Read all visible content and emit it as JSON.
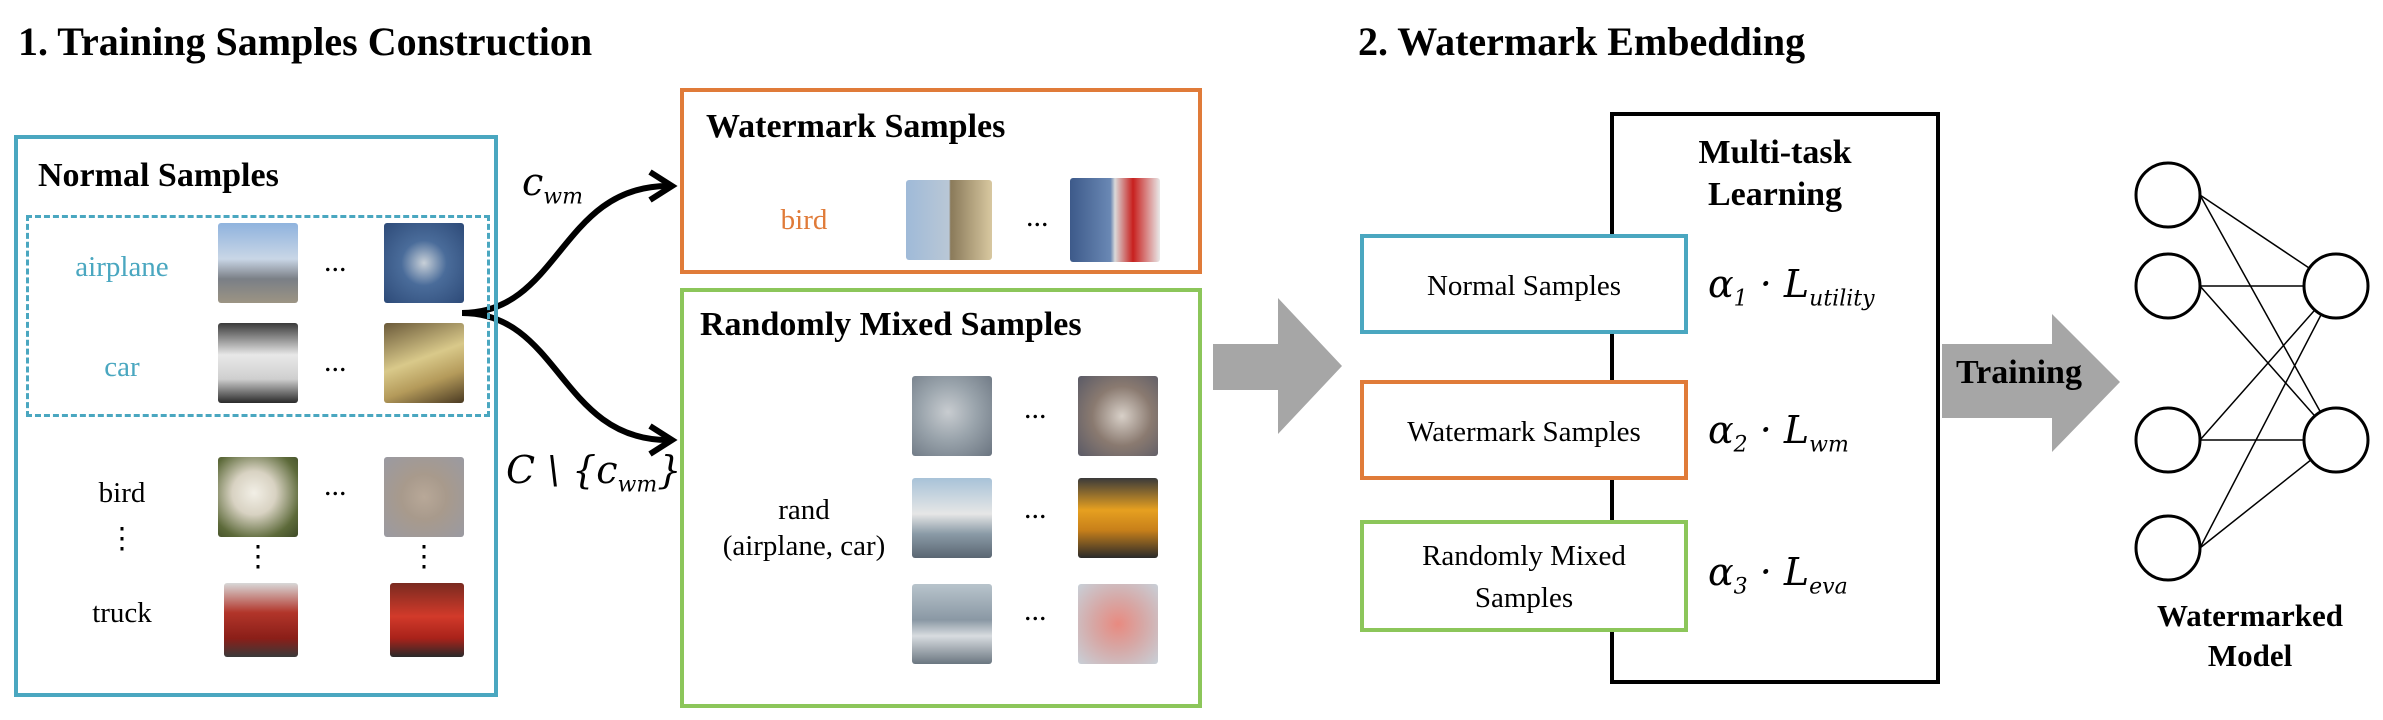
{
  "headings": {
    "step1": "1. Training Samples Construction",
    "step2": "2. Watermark Embedding"
  },
  "normal_panel": {
    "title": "Normal Samples",
    "classes": [
      "airplane",
      "car",
      "bird",
      "⋮",
      "truck"
    ],
    "ellipsis": "..."
  },
  "watermark_panel": {
    "title": "Watermark Samples",
    "label": "bird"
  },
  "mixed_panel": {
    "title": "Randomly Mixed Samples",
    "label_line1": "rand",
    "label_line2": "(airplane, car)"
  },
  "arrows": {
    "upper_label_base": "c",
    "upper_label_sub": "wm",
    "lower_label_prefix": "C \\ {c",
    "lower_label_sub": "wm",
    "lower_label_suffix": "}"
  },
  "embedding": {
    "mtl_title_line1": "Multi-task",
    "mtl_title_line2": "Learning",
    "rows": [
      {
        "label": "Normal Samples",
        "alpha": "α",
        "alpha_sub": "1",
        "dot": " · L",
        "loss_sub": "utility"
      },
      {
        "label": "Watermark Samples",
        "alpha": "α",
        "alpha_sub": "2",
        "dot": " · L",
        "loss_sub": "wm"
      },
      {
        "label_line1": "Randomly Mixed",
        "label_line2": "Samples",
        "alpha": "α",
        "alpha_sub": "3",
        "dot": " · L",
        "loss_sub": "eva"
      }
    ]
  },
  "training_label": "Training",
  "model_label_line1": "Watermarked",
  "model_label_line2": "Model",
  "colors": {
    "normal": "#4aa7c0",
    "watermark": "#e07b39",
    "mixed": "#8cc65a",
    "arrow_gray": "#a6a6a6"
  },
  "icons": {
    "thumbnails": "cifar10-image-thumbnail",
    "network": "neural-network-icon"
  }
}
